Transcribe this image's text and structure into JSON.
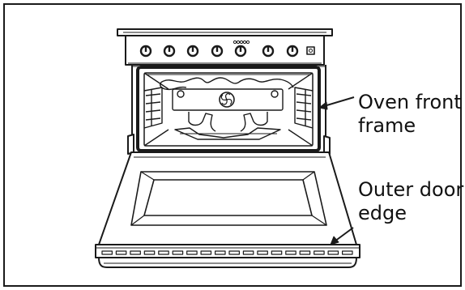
{
  "callouts": {
    "oven_front_frame": "Oven front\nframe",
    "outer_door_edge": "Outer door\nedge"
  },
  "icons": {
    "control_knobs": "knob-icon",
    "fan": "convection-fan-icon",
    "indicator": "power-light-icon"
  },
  "colors": {
    "line": "#1a1a1a",
    "background": "#ffffff"
  },
  "control_panel": {
    "knob_count": 7
  },
  "door_vent_slots": 18
}
